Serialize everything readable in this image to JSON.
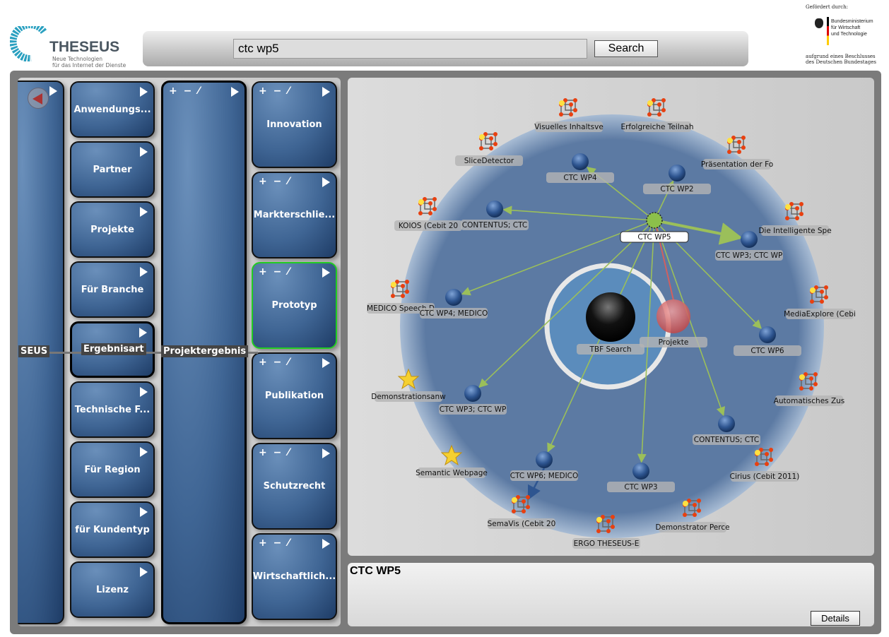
{
  "header": {
    "logo_text": "THESEUS",
    "logo_subtitle_1": "Neue Technologien",
    "logo_subtitle_2": "für das Internet der Dienste",
    "search": {
      "value": "ctc wp5",
      "button": "Search"
    },
    "funding": {
      "title": "Gefördert durch:",
      "ministry_1": "Bundesministerium",
      "ministry_2": "für Wirtschaft",
      "ministry_3": "und Technologie",
      "note_1": "aufgrund eines Beschlusses",
      "note_2": "des Deutschen Bundestages"
    }
  },
  "navigator": {
    "root_label": "SEUS",
    "column1": [
      "Anwendungs...",
      "Partner",
      "Projekte",
      "Für Branche",
      "Ergebnisart",
      "Technische F...",
      "Für Region",
      "für Kundentyp",
      "Lizenz"
    ],
    "selected1": "Ergebnisart",
    "column2_label": "Projektergebnis",
    "column3": [
      "Innovation",
      "Markterschlie...",
      "Prototyp",
      "Publikation",
      "Schutzrecht",
      "Wirtschaftlich..."
    ],
    "selected3": "Prototyp",
    "edit_controls": "+ − ⁄"
  },
  "graph": {
    "center": "CTC WP5",
    "core": "TBF Search",
    "category": "Projekte",
    "colors": {
      "edge": "#9bbf5a",
      "highlight_edge": "#d06060",
      "node": "#2e5590",
      "center": "#8cc04a"
    },
    "nodes": [
      {
        "label": "Visuelles Inhaltsve",
        "type": "cube"
      },
      {
        "label": "Erfolgreiche Teilnah",
        "type": "cube"
      },
      {
        "label": "SliceDetector",
        "type": "cube"
      },
      {
        "label": "Präsentation der Fo",
        "type": "cube"
      },
      {
        "label": "KOIOS (Cebit 20",
        "type": "cube"
      },
      {
        "label": "Die Intelligente Spe",
        "type": "cube"
      },
      {
        "label": "MEDICO Speech D",
        "type": "cube"
      },
      {
        "label": "MediaExplore (Cebi",
        "type": "cube"
      },
      {
        "label": "Automatisches Zus",
        "type": "cube"
      },
      {
        "label": "Cirius (Cebit 2011)",
        "type": "cube"
      },
      {
        "label": "Demonstrator Perce",
        "type": "cube"
      },
      {
        "label": "SemaVis (Cebit 20",
        "type": "cube"
      },
      {
        "label": "ERGO THESEUS-E",
        "type": "cube"
      },
      {
        "label": "Demonstrationsanw",
        "type": "star"
      },
      {
        "label": "Semantic Webpage",
        "type": "star"
      },
      {
        "label": "CTC WP4",
        "type": "sphere"
      },
      {
        "label": "CTC WP2",
        "type": "sphere"
      },
      {
        "label": "CONTENTUS; CTC",
        "type": "sphere"
      },
      {
        "label": "CTC WP3; CTC WP",
        "type": "sphere"
      },
      {
        "label": "CTC WP4; MEDICO",
        "type": "sphere"
      },
      {
        "label": "CTC WP6",
        "type": "sphere"
      },
      {
        "label": "CTC WP3; CTC WP",
        "type": "sphere"
      },
      {
        "label": "CONTENTUS; CTC",
        "type": "sphere"
      },
      {
        "label": "CTC WP6; MEDICO",
        "type": "sphere"
      },
      {
        "label": "CTC WP3",
        "type": "sphere"
      }
    ]
  },
  "details": {
    "title": "CTC WP5",
    "button": "Details"
  }
}
